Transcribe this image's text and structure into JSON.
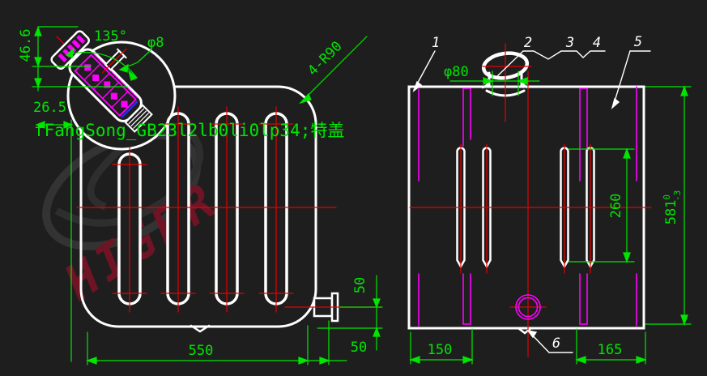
{
  "overlay_text": "fFangSong_GB23l2lb0li0lp34;特盖",
  "watermark": "HIGER",
  "left_view": {
    "dim_height_offset": "46.6",
    "dim_neck_offset": "26.5",
    "dim_angle": "135°",
    "dim_vent_dia": "φ8",
    "dim_corner_radius": "4-R90",
    "dim_width": "550",
    "dim_outlet_h": "50",
    "dim_outlet_v": "50"
  },
  "right_view": {
    "dim_neck_dia": "φ80",
    "dim_left_span": "150",
    "dim_right_span": "165",
    "dim_baffle_height": "260",
    "dim_height": "581",
    "dim_height_tol_upper": "0",
    "dim_height_tol_lower": "-3",
    "balloons": [
      "1",
      "2",
      "3",
      "4",
      "5",
      "6"
    ]
  },
  "colors": {
    "background": "#1e1e1e",
    "dimension_green": "#00e600",
    "centerline_red": "#e60000",
    "outline_white": "#ffffff",
    "hidden_magenta": "#ff00ff",
    "watermark_red": "#6e1424",
    "logo_gray": "#383838"
  }
}
